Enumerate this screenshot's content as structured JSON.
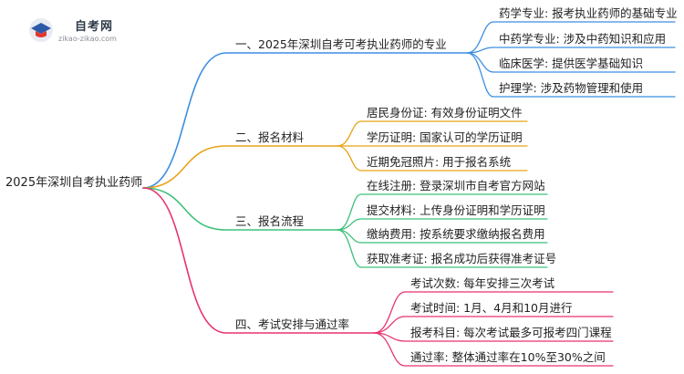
{
  "logo": {
    "name": "自考网",
    "url": "zikao-zikao.com"
  },
  "root": "2025年深圳自考执业药师",
  "branches": [
    {
      "label": "一、2025年深圳自考可考执业药师的专业",
      "color": "#3d8fe0",
      "children": [
        "药学专业: 报考执业药师的基础专业",
        "中药学专业: 涉及中药知识和应用",
        "临床医学: 提供医学基础知识",
        "护理学: 涉及药物管理和使用"
      ]
    },
    {
      "label": "二、报名材料",
      "color": "#e8a317",
      "children": [
        "居民身份证: 有效身份证明文件",
        "学历证明: 国家认可的学历证明",
        "近期免冠照片: 用于报名系统"
      ]
    },
    {
      "label": "三、报名流程",
      "color": "#3ec07a",
      "children": [
        "在线注册: 登录深圳市自考官方网站",
        "提交材料: 上传身份证明和学历证明",
        "缴纳费用: 按系统要求缴纳报名费用",
        "获取准考证: 报名成功后获得准考证号"
      ]
    },
    {
      "label": "四、考试安排与通过率",
      "color": "#e8336e",
      "children": [
        "考试次数: 每年安排三次考试",
        "考试时间: 1月、4月和10月进行",
        "报考科目: 每次考试最多可报考四门课程",
        "通过率: 整体通过率在10%至30%之间"
      ]
    }
  ]
}
